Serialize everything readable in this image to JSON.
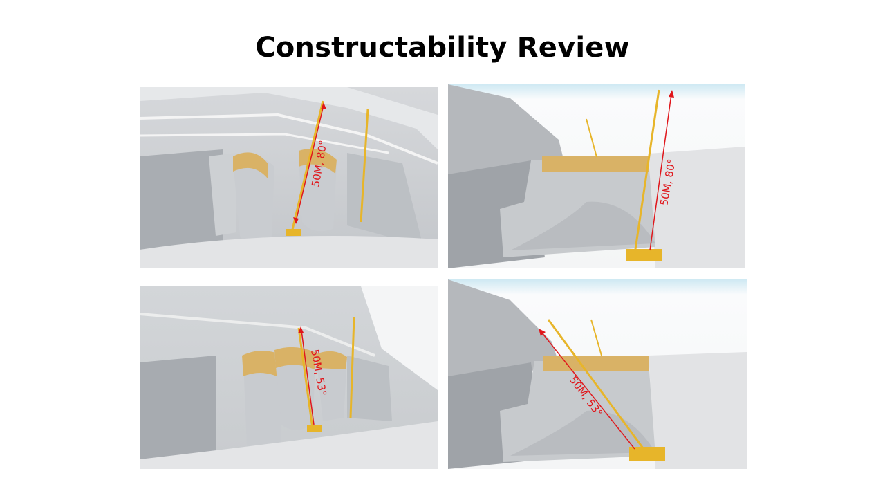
{
  "slide": {
    "title": "Constructability Review"
  },
  "panels": [
    {
      "view": "overview",
      "annotation": "50M, 80°"
    },
    {
      "view": "section",
      "annotation": "50M, 80°"
    },
    {
      "view": "overview",
      "annotation": "50M, 53°"
    },
    {
      "view": "section",
      "annotation": "50M, 53°"
    }
  ],
  "colors": {
    "annotation": "#e0161b",
    "crane": "#e7b52a",
    "formwork": "#d9b266",
    "concrete": "#b9bcc0"
  }
}
